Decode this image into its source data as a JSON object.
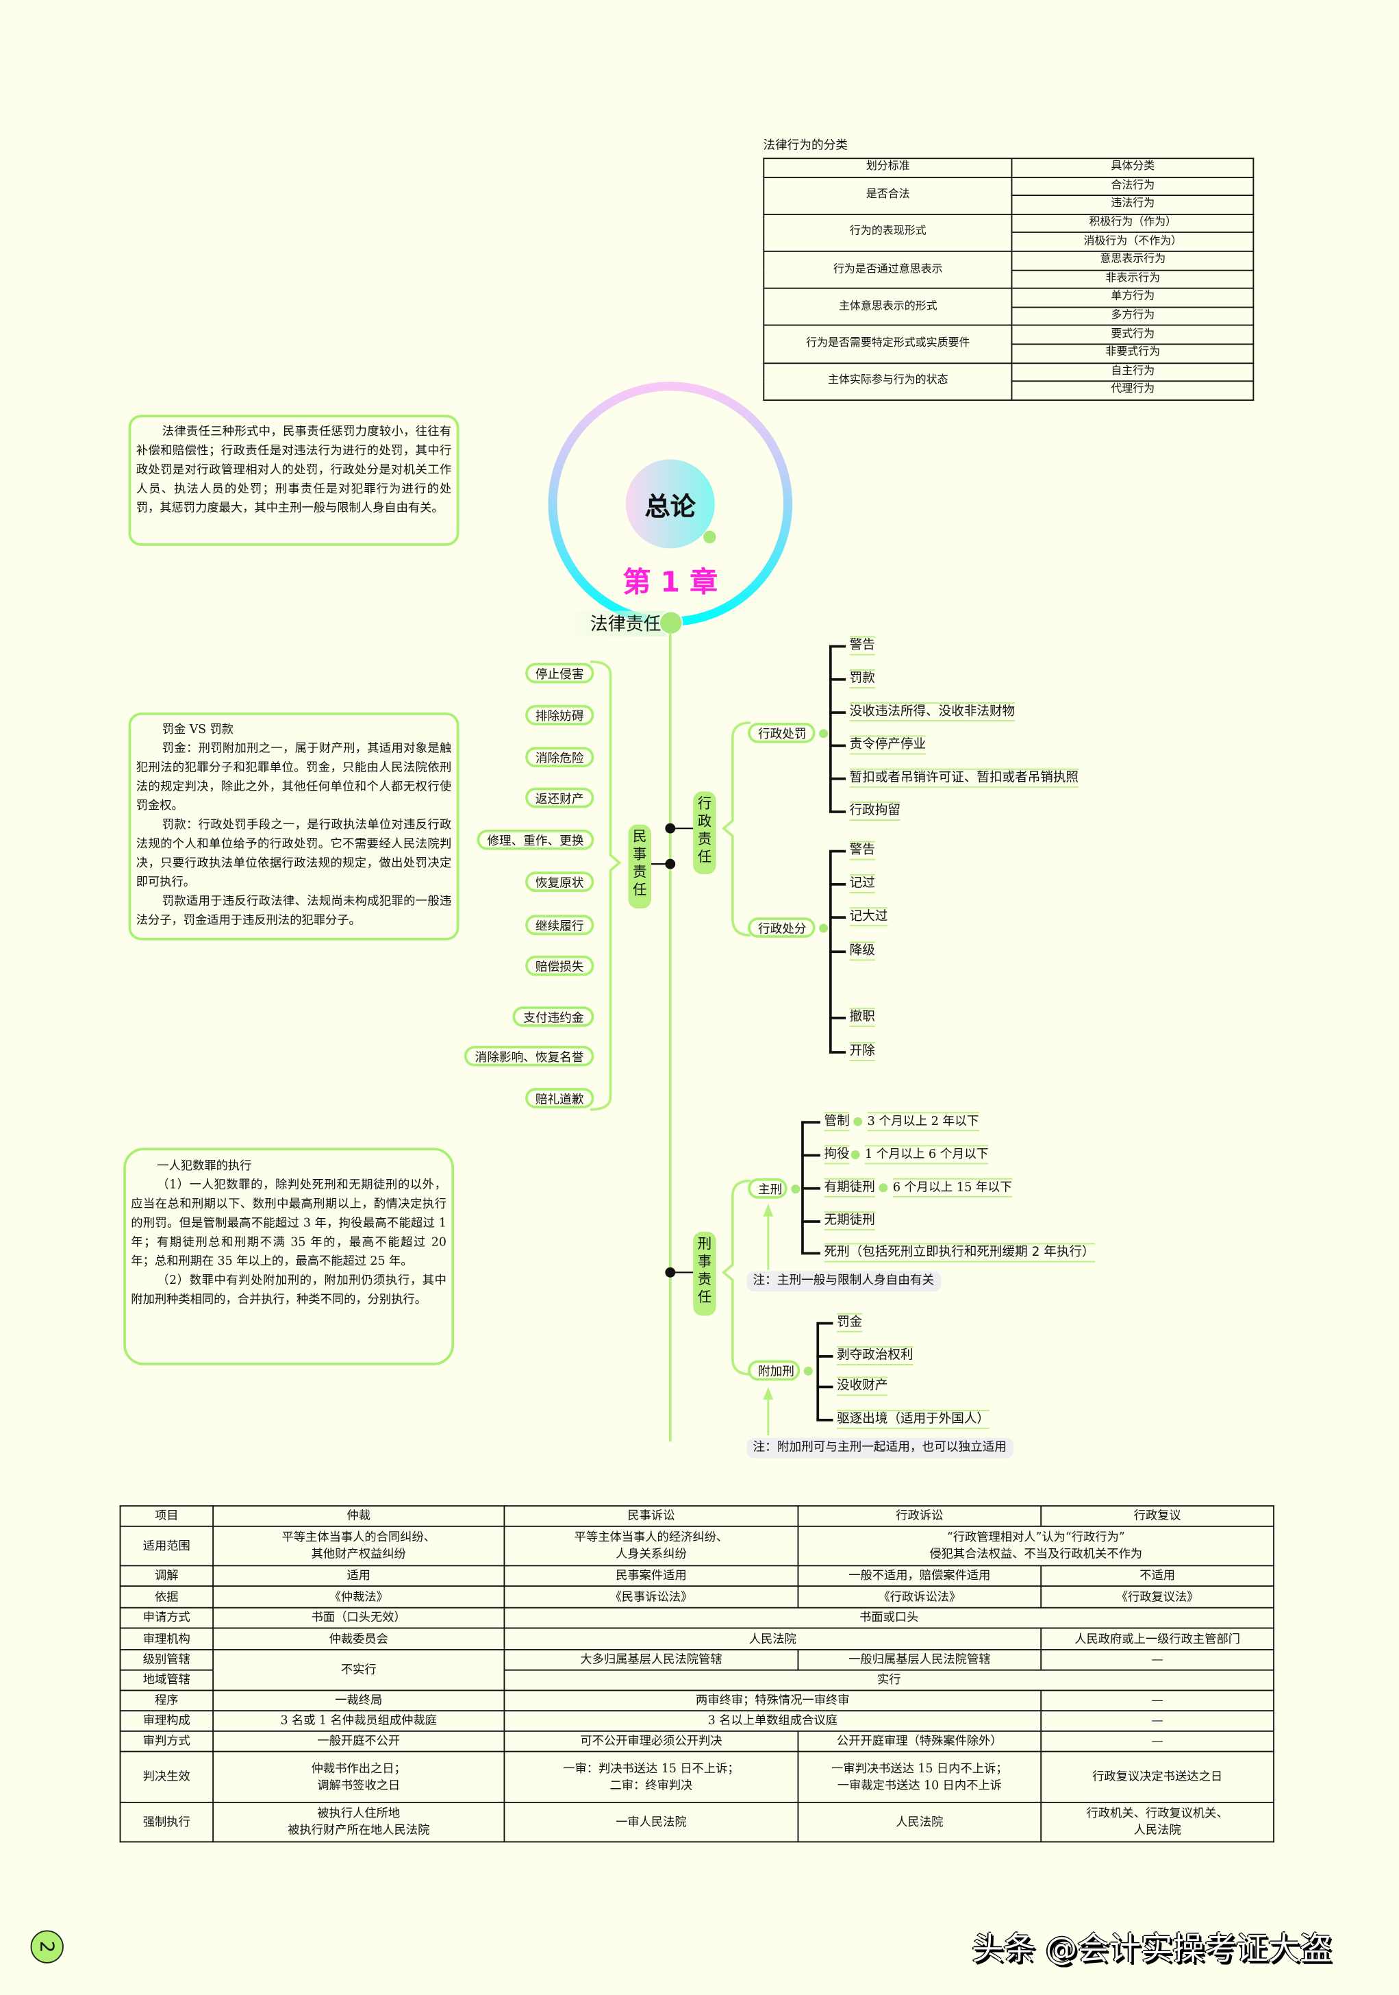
{
  "classification": {
    "title": "法律行为的分类",
    "headers": [
      "划分标准",
      "具体分类"
    ],
    "groups": [
      {
        "criterion": "是否合法",
        "types": [
          "合法行为",
          "违法行为"
        ]
      },
      {
        "criterion": "行为的表现形式",
        "types": [
          "积极行为（作为）",
          "消极行为（不作为）"
        ]
      },
      {
        "criterion": "行为是否通过意思表示",
        "types": [
          "意思表示行为",
          "非表示行为"
        ]
      },
      {
        "criterion": "主体意思表示的形式",
        "types": [
          "单方行为",
          "多方行为"
        ]
      },
      {
        "criterion": "行为是否需要特定形式或实质要件",
        "types": [
          "要式行为",
          "非要式行为"
        ]
      },
      {
        "criterion": "主体实际参与行为的状态",
        "types": [
          "自主行为",
          "代理行为"
        ]
      }
    ]
  },
  "center": {
    "title": "总论",
    "chapter": "第 1 章",
    "topic": "法律责任"
  },
  "notes": [
    {
      "paragraphs": [
        "法律责任三种形式中，民事责任惩罚力度较小，往往有补偿和赔偿性；行政责任是对违法行为进行的处罚，其中行政处罚是对行政管理相对人的处罚，行政处分是对机关工作人员、执法人员的处罚；刑事责任是对犯罪行为进行的处罚，其惩罚力度最大，其中主刑一般与限制人身自由有关。"
      ]
    },
    {
      "paragraphs": [
        "罚金 VS 罚款",
        "罚金：刑罚附加刑之一，属于财产刑，其适用对象是触犯刑法的犯罪分子和犯罪单位。罚金，只能由人民法院依刑法的规定判决，除此之外，其他任何单位和个人都无权行使罚金权。",
        "罚款：行政处罚手段之一，是行政执法单位对违反行政法规的个人和单位给予的行政处罚。它不需要经人民法院判决，只要行政执法单位依据行政法规的规定，做出处罚决定即可执行。",
        "罚款适用于违反行政法律、法规尚未构成犯罪的一般违法分子，罚金适用于违反刑法的犯罪分子。"
      ]
    },
    {
      "paragraphs": [
        "一人犯数罪的执行",
        "（1）一人犯数罪的，除判处死刑和无期徒刑的以外，应当在总和刑期以下、数刑中最高刑期以上，酌情决定执行的刑罚。但是管制最高不能超过 3 年，拘役最高不能超过 1 年；有期徒刑总和刑期不满 35 年的，最高不能超过 20 年；总和刑期在 35 年以上的，最高不能超过 25 年。",
        "（2）数罪中有判处附加刑的，附加刑仍须执行，其中附加刑种类相同的，合并执行，种类不同的，分别执行。"
      ]
    }
  ],
  "civil": {
    "label": "民事责任",
    "items": [
      "停止侵害",
      "排除妨碍",
      "消除危险",
      "返还财产",
      "修理、重作、更换",
      "恢复原状",
      "继续履行",
      "赔偿损失",
      "支付违约金",
      "消除影响、恢复名誉",
      "赔礼道歉"
    ]
  },
  "administrative": {
    "label": "行政责任",
    "penalty": {
      "label": "行政处罚",
      "items": [
        "警告",
        "罚款",
        "没收违法所得、没收非法财物",
        "责令停产停业",
        "暂扣或者吊销许可证、暂扣或者吊销执照",
        "行政拘留"
      ]
    },
    "sanction": {
      "label": "行政处分",
      "items": [
        "警告",
        "记过",
        "记大过",
        "降级",
        "撤职",
        "开除"
      ]
    }
  },
  "criminal": {
    "label": "刑事责任",
    "principal": {
      "label": "主刑",
      "items": [
        {
          "name": "管制",
          "term": "3 个月以上 2 年以下"
        },
        {
          "name": "拘役",
          "term": "1 个月以上 6 个月以下"
        },
        {
          "name": "有期徒刑",
          "term": "6 个月以上 15 年以下"
        },
        {
          "name": "无期徒刑"
        },
        {
          "name": "死刑（包括死刑立即执行和死刑缓期 2 年执行）"
        }
      ],
      "note": "注：主刑一般与限制人身自由有关"
    },
    "supplementary": {
      "label": "附加刑",
      "items": [
        "罚金",
        "剥夺政治权利",
        "没收财产",
        "驱逐出境（适用于外国人）"
      ],
      "note": "注：附加刑可与主刑一起适用，也可以独立适用"
    }
  },
  "comparison": {
    "headers": [
      "项目",
      "仲裁",
      "民事诉讼",
      "行政诉讼",
      "行政复议"
    ],
    "rows": [
      {
        "label": "适用范围",
        "cells": [
          {
            "text": "平等主体当事人的合同纠纷、\n其他财产权益纠纷"
          },
          {
            "text": "平等主体当事人的经济纠纷、\n人身关系纠纷"
          },
          {
            "text": "“行政管理相对人”认为“行政行为”\n侵犯其合法权益、不当及行政机关不作为",
            "span": 2
          }
        ]
      },
      {
        "label": "调解",
        "cells": [
          {
            "text": "适用"
          },
          {
            "text": "民事案件适用"
          },
          {
            "text": "一般不适用，赔偿案件适用"
          },
          {
            "text": "不适用"
          }
        ]
      },
      {
        "label": "依据",
        "cells": [
          {
            "text": "《仲裁法》"
          },
          {
            "text": "《民事诉讼法》"
          },
          {
            "text": "《行政诉讼法》"
          },
          {
            "text": "《行政复议法》"
          }
        ]
      },
      {
        "label": "申请方式",
        "cells": [
          {
            "text": "书面（口头无效）"
          },
          {
            "text": "书面或口头",
            "span": 3
          }
        ]
      },
      {
        "label": "审理机构",
        "cells": [
          {
            "text": "仲裁委员会"
          },
          {
            "text": "人民法院",
            "span": 2
          },
          {
            "text": "人民政府或上一级行政主管部门"
          }
        ]
      },
      {
        "label": "级别管辖",
        "cells": [
          {
            "text": "不实行",
            "rowspan": 2
          },
          {
            "text": "大多归属基层人民法院管辖"
          },
          {
            "text": "一般归属基层人民法院管辖"
          },
          {
            "text": "—"
          }
        ]
      },
      {
        "label": "地域管辖",
        "cells": [
          {
            "text": "实行",
            "span": 3
          }
        ]
      },
      {
        "label": "程序",
        "cells": [
          {
            "text": "一裁终局"
          },
          {
            "text": "两审终审；特殊情况一审终审",
            "span": 2
          },
          {
            "text": "—"
          }
        ]
      },
      {
        "label": "审理构成",
        "cells": [
          {
            "text": "3 名或 1 名仲裁员组成仲裁庭"
          },
          {
            "text": "3 名以上单数组成合议庭",
            "span": 2
          },
          {
            "text": "—"
          }
        ]
      },
      {
        "label": "审判方式",
        "cells": [
          {
            "text": "一般开庭不公开"
          },
          {
            "text": "可不公开审理必须公开判决"
          },
          {
            "text": "公开开庭审理（特殊案件除外）"
          },
          {
            "text": "—"
          }
        ]
      },
      {
        "label": "判决生效",
        "cells": [
          {
            "text": "仲裁书作出之日；\n调解书签收之日"
          },
          {
            "text": "一审：判决书送达 15 日不上诉；\n二审：终审判决"
          },
          {
            "text": "一审判决书送达 15 日内不上诉；\n一审裁定书送达 10 日内不上诉"
          },
          {
            "text": "行政复议决定书送达之日"
          }
        ]
      },
      {
        "label": "强制执行",
        "cells": [
          {
            "text": "被执行人住所地\n被执行财产所在地人民法院"
          },
          {
            "text": "一审人民法院"
          },
          {
            "text": "人民法院"
          },
          {
            "text": "行政机关、行政复议机关、\n人民法院"
          }
        ]
      }
    ]
  },
  "footer": {
    "page_number": "2",
    "watermark": "头条 @会计实操考证大盗"
  },
  "colors": {
    "accent_green": "#a8f070",
    "chapter_magenta": "#ff22dd",
    "background": "#fefeec"
  }
}
